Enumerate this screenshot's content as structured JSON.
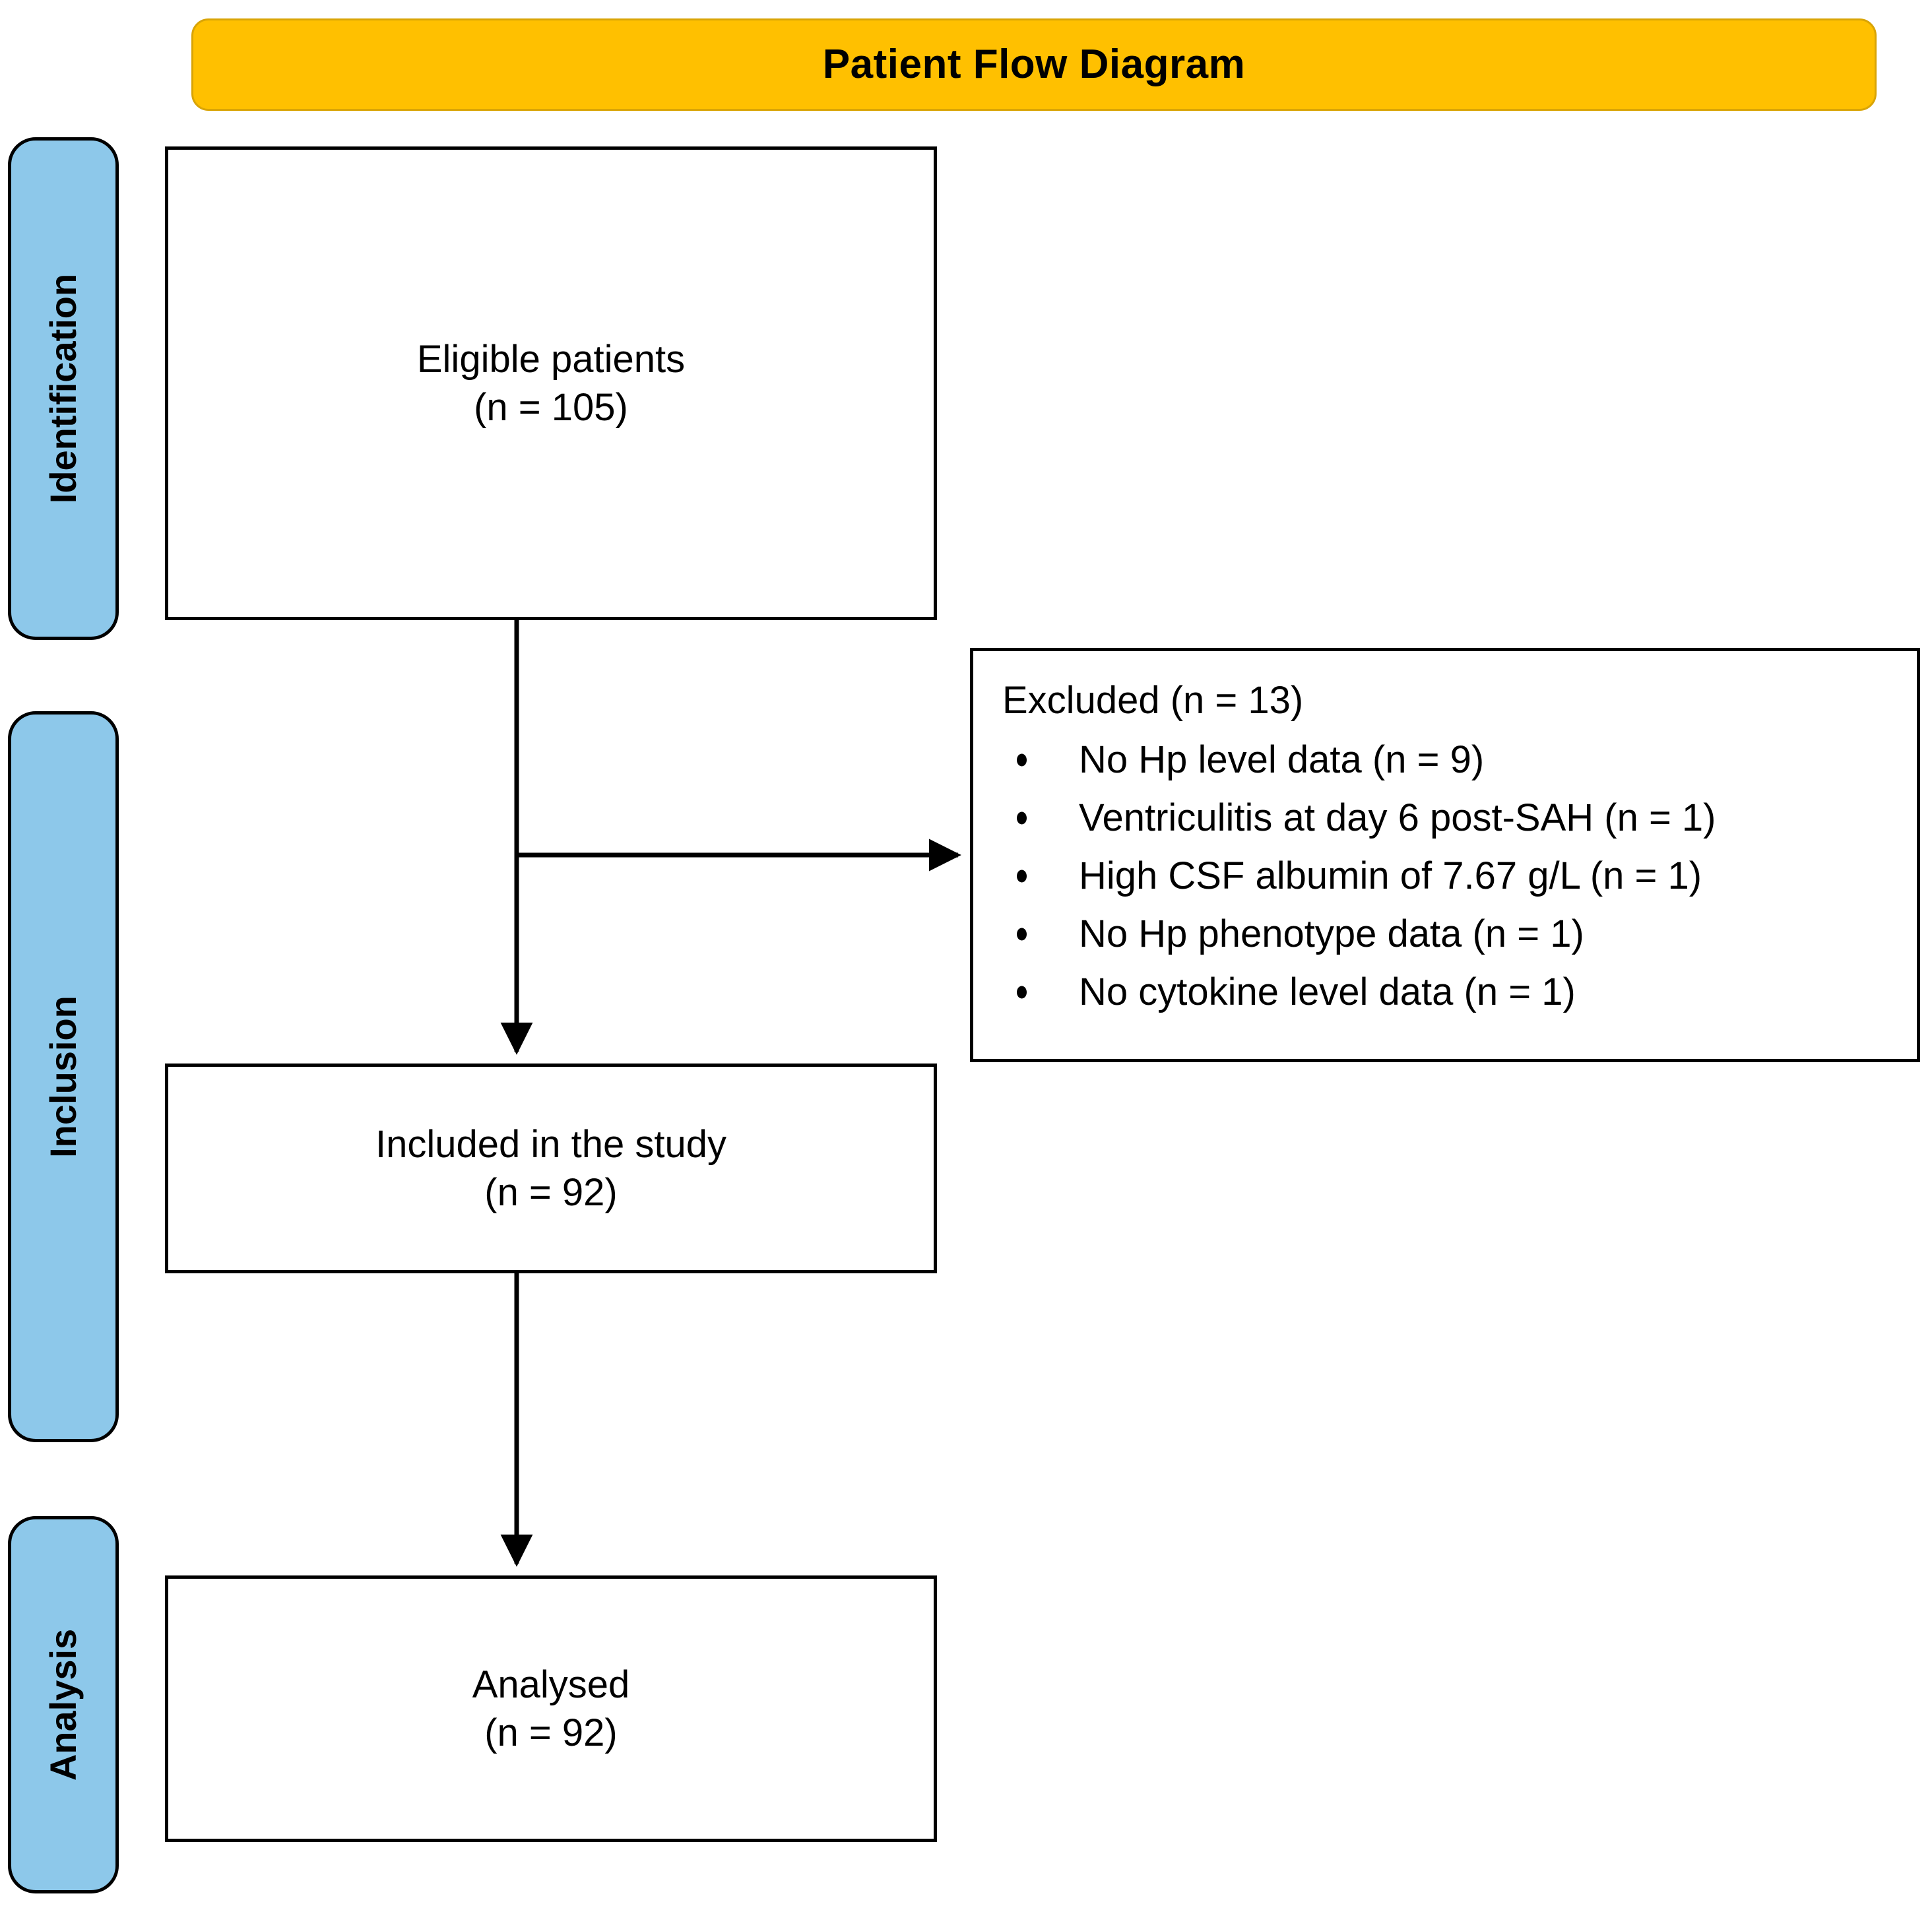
{
  "header": {
    "title": "Patient Flow Diagram",
    "background_color": "#FFC000"
  },
  "stages": [
    {
      "id": "identification",
      "label": "Identification",
      "color": "#8DC8EA"
    },
    {
      "id": "inclusion",
      "label": "Inclusion",
      "color": "#8DC8EA"
    },
    {
      "id": "analysis",
      "label": "Analysis",
      "color": "#8DC8EA"
    }
  ],
  "boxes": {
    "eligible": {
      "line1": "Eligible patients",
      "line2": "(n = 105)",
      "text": "Eligible patients\n(n = 105)"
    },
    "included": {
      "line1": "Included in the study",
      "line2": "(n = 92)",
      "text": "Included in the study\n(n = 92)"
    },
    "analysed": {
      "line1": "Analysed",
      "line2": "(n = 92)",
      "text": "Analysed\n(n = 92)"
    },
    "excluded": {
      "heading": "Excluded (n = 13)",
      "items": [
        "No Hp level data (n = 9)",
        "Ventriculitis at day 6 post-SAH (n = 1)",
        "High CSF albumin of 7.67 g/L (n = 1)",
        "No Hp phenotype data (n = 1)",
        "No cytokine level data (n = 1)"
      ]
    }
  },
  "connectors": [
    {
      "from": "eligible",
      "to": "excluded",
      "type": "branch-right"
    },
    {
      "from": "eligible",
      "to": "included",
      "type": "down-arrow"
    },
    {
      "from": "included",
      "to": "analysed",
      "type": "down-arrow"
    }
  ]
}
